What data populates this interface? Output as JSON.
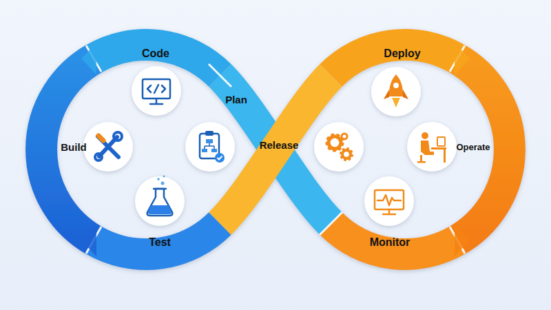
{
  "diagram": {
    "nodes": [
      {
        "text": [
          "Code"
        ]
      },
      {
        "text": [
          "Deploy"
        ]
      },
      {
        "text": [
          "Plan"
        ]
      },
      {
        "text": [
          "Build"
        ]
      },
      {
        "text": [
          "Release"
        ]
      },
      {
        "text": [
          "Operate"
        ]
      },
      {
        "text": [
          "Test"
        ]
      },
      {
        "text": [
          "Monitor"
        ]
      }
    ]
  }
}
